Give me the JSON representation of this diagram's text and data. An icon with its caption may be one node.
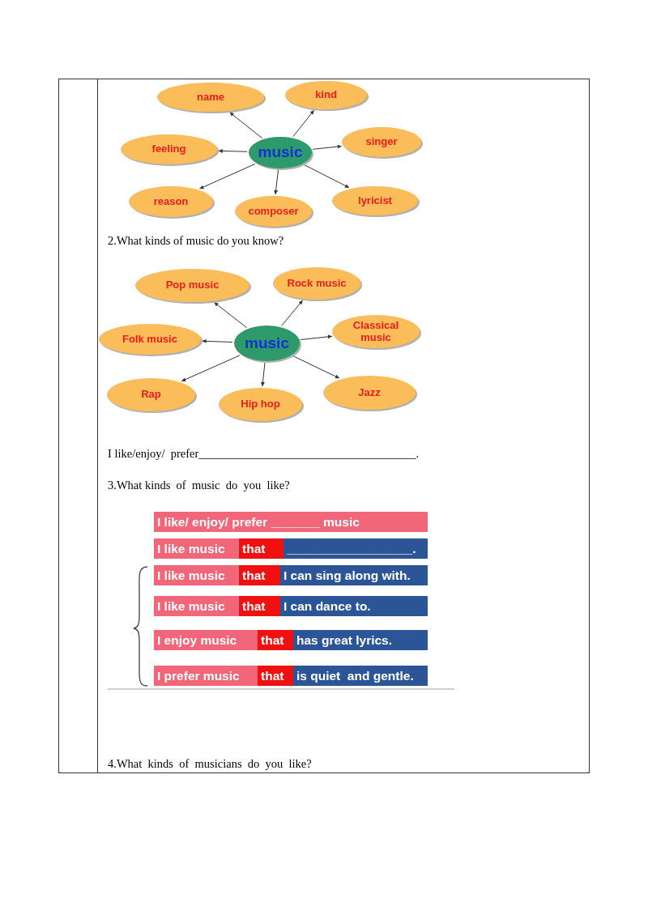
{
  "diagram": {
    "nodes": [
      {
        "text": [
          "name"
        ]
      },
      {
        "text": [
          "kind"
        ]
      },
      {
        "text": [
          "feeling"
        ]
      },
      {
        "text": [
          "music"
        ]
      },
      {
        "text": [
          "singer"
        ]
      },
      {
        "text": [
          "reason"
        ]
      },
      {
        "text": [
          "composer"
        ]
      },
      {
        "text": [
          "lyricist"
        ]
      },
      {
        "text": [
          "Pop music"
        ]
      },
      {
        "text": [
          "Rock music"
        ]
      },
      {
        "text": [
          "Folk music"
        ]
      },
      {
        "text": [
          "music"
        ]
      },
      {
        "text": [
          "Classical music"
        ]
      },
      {
        "text": [
          "Rap"
        ]
      },
      {
        "text": [
          "Hip hop"
        ]
      },
      {
        "text": [
          "Jazz"
        ]
      },
      {
        "text": [
          "I like/ enjoy/ prefer _______ music"
        ]
      },
      {
        "text": [
          "I like music"
        ]
      },
      {
        "text": [
          "that"
        ]
      },
      {
        "text": [
          "__________________."
        ]
      },
      {
        "text": [
          "I like music"
        ]
      },
      {
        "text": [
          "that"
        ]
      },
      {
        "text": [
          "I can sing along with."
        ]
      },
      {
        "text": [
          "I like music"
        ]
      },
      {
        "text": [
          "that"
        ]
      },
      {
        "text": [
          "I can dance to."
        ]
      },
      {
        "text": [
          "I enjoy music"
        ]
      },
      {
        "text": [
          "that"
        ]
      },
      {
        "text": [
          "has great lyrics."
        ]
      },
      {
        "text": [
          "I prefer music"
        ]
      },
      {
        "text": [
          "that"
        ]
      },
      {
        "text": [
          "is quiet  and gentle."
        ]
      }
    ],
    "edges": [
      {
        "from": 3,
        "to": 0,
        "arrow": "to"
      },
      {
        "from": 3,
        "to": 1,
        "arrow": "to"
      },
      {
        "from": 3,
        "to": 2,
        "arrow": "to"
      },
      {
        "from": 3,
        "to": 4,
        "arrow": "to"
      },
      {
        "from": 3,
        "to": 5,
        "arrow": "to"
      },
      {
        "from": 3,
        "to": 6,
        "arrow": "to"
      },
      {
        "from": 3,
        "to": 7,
        "arrow": "to"
      },
      {
        "from": 11,
        "to": 8,
        "arrow": "to"
      },
      {
        "from": 11,
        "to": 9,
        "arrow": "to"
      },
      {
        "from": 11,
        "to": 10,
        "arrow": "to"
      },
      {
        "from": 11,
        "to": 12,
        "arrow": "to"
      },
      {
        "from": 11,
        "to": 13,
        "arrow": "to"
      },
      {
        "from": 11,
        "to": 14,
        "arrow": "to"
      },
      {
        "from": 11,
        "to": 15,
        "arrow": "to"
      }
    ],
    "labels": [
      "2.What kinds of music do you know?",
      "I like/enjoy/  prefer_____________________________________.",
      "3.What kinds  of  music  do  you  like?",
      "4.What  kinds  of  musicians  do  you  like?"
    ]
  }
}
